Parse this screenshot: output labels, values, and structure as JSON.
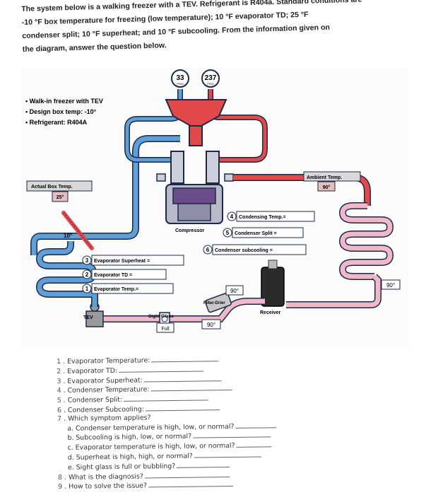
{
  "intro": {
    "lines": [
      "The system below is a walking freezer with a TEV. Refrigerant is R404a. Standard conditions are",
      "-10 °F box temperature for freezing (low temperature); 10 °F evaporator TD; 25 °F",
      "condenser split; 10 °F superheat; and 10 °F subcooling. From the information given on",
      "the diagram, answer the question below."
    ]
  },
  "diagram": {
    "gauges": [
      {
        "value": "33",
        "unit": "PSIG"
      },
      {
        "value": "237",
        "unit": "PSIG"
      }
    ],
    "bullets": [
      "Walk-in freezer with TEV",
      "Design box temp: -10°",
      "Refrigerant: R404A"
    ],
    "actual_box_temp": {
      "label": "Actual Box Temp.",
      "value": "25°"
    },
    "ambient_temp": {
      "label": "Ambient Temp.",
      "value": "90°"
    },
    "evap_line_temp": "10°",
    "compressor_label": "Compressor",
    "right_items": [
      {
        "num": "4",
        "label": "Condensing Temp.="
      },
      {
        "num": "5",
        "label": "Condenser Split ="
      },
      {
        "num": "6",
        "label": "Condenser subcooling ="
      }
    ],
    "left_items": [
      {
        "num": "3",
        "label": "Evaporator Superheat ="
      },
      {
        "num": "2",
        "label": "Evaporator TD ="
      },
      {
        "num": "1",
        "label": "Evaporator Temp.="
      }
    ],
    "filter_drier": "Filter-Drier",
    "liquid_temp": "90°",
    "filter_temp": "90°",
    "condenser_out_temp": "90°",
    "receiver_label": "Receiver",
    "tev_label": "TEV",
    "sight_glass": {
      "label": "Sight Glass",
      "status": "Full"
    },
    "colors": {
      "suction": "#5f9fd6",
      "liquid": "#e24a4a",
      "pipe_outline": "#1b2a4a",
      "pink_coil": "#f0b8c8",
      "compressor": "#6b4c8a"
    }
  },
  "questions": [
    {
      "num": "1",
      "text": "Evaporator Temperature:",
      "blank": 95
    },
    {
      "num": "2",
      "text": "Evaporator TD:",
      "blank": 120
    },
    {
      "num": "3",
      "text": "Evaporator Superheat:",
      "blank": 110
    },
    {
      "num": "4",
      "text": "Condenser Temperature:",
      "blank": 115
    },
    {
      "num": "5",
      "text": "Condenser Split:",
      "blank": 120
    },
    {
      "num": "6",
      "text": "Condenser Subcooling:",
      "blank": 105
    },
    {
      "num": "7",
      "text": "Which symptom applies?",
      "blank": 0
    }
  ],
  "subquestions": [
    {
      "letter": "a",
      "text": "Condenser temperature is high, low, or normal?",
      "blank": 58
    },
    {
      "letter": "b",
      "text": "Subcooling is high, low, or normal?",
      "blank": 110
    },
    {
      "letter": "c",
      "text": "Evaporator temperature is high, low, or normal?",
      "blank": 50
    },
    {
      "letter": "d",
      "text": "Superheat is high, high, or normal?",
      "blank": 95
    },
    {
      "letter": "e",
      "text": "Sight glass is full or bubbling?",
      "blank": 75
    }
  ],
  "final_questions": [
    {
      "num": "8",
      "text": "What is the diagnosis?",
      "blank": 120
    },
    {
      "num": "9",
      "text": "How to solve the issue?",
      "blank": 120
    }
  ]
}
